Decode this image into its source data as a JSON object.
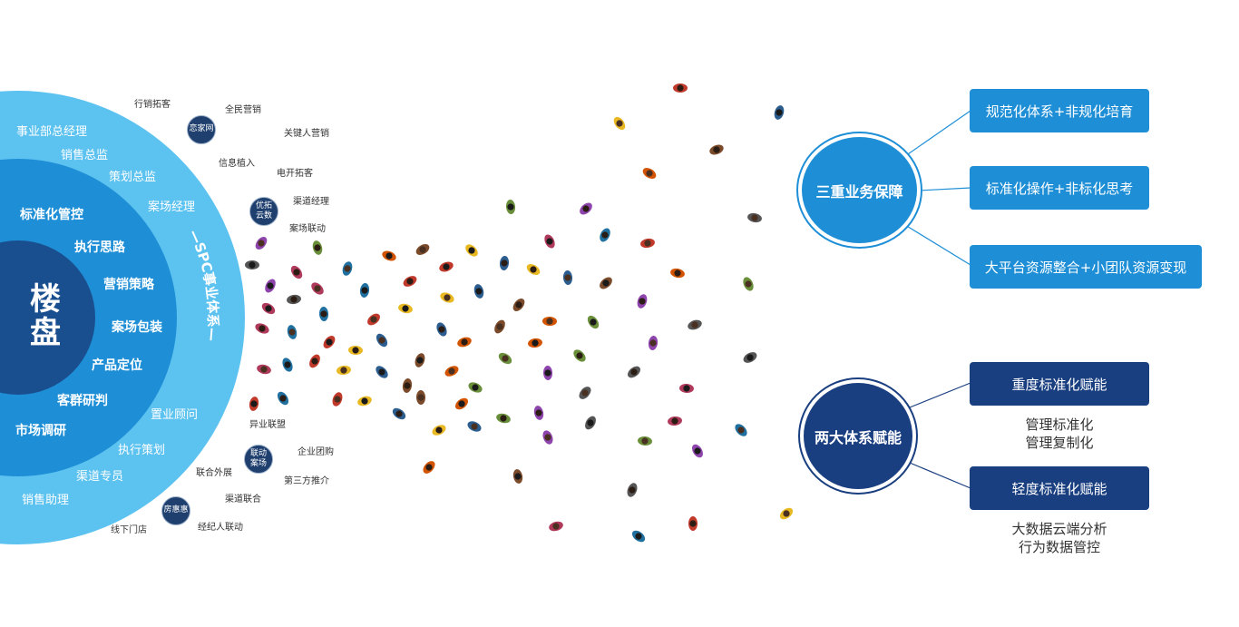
{
  "core_label": [
    "楼",
    "盘"
  ],
  "inner_ring_items": [
    "标准化管控",
    "执行思路",
    "营销策略",
    "案场包装",
    "产品定位",
    "客群研判",
    "市场调研"
  ],
  "outer_ring_items": [
    "事业部总经理",
    "销售总监",
    "策划总监",
    "案场经理",
    "置业顾问",
    "执行策划",
    "渠道专员",
    "销售助理"
  ],
  "arc_label": "—SPC事业体系—",
  "channel_nodes": [
    {
      "name": "恋家网",
      "items": [
        "行销拓客",
        "全民营销",
        "关键人营销",
        "信息植入",
        "电开拓客"
      ]
    },
    {
      "name": "优拓\n云数",
      "items": [
        "渠道经理",
        "案场联动"
      ]
    },
    {
      "name": "联动\n案场",
      "items": [
        "异业联盟",
        "企业团购",
        "联合外展",
        "第三方推介"
      ]
    },
    {
      "name": "房惠惠",
      "items": [
        "渠道联合",
        "线下门店",
        "经纪人联动"
      ]
    }
  ],
  "hub_top": {
    "title": "三重业务保障",
    "items": [
      "规范化体系+非规化培育",
      "标准化操作+非标化思考",
      "大平台资源整合+小团队资源变现"
    ]
  },
  "hub_bottom": {
    "title": "两大体系赋能",
    "items": [
      {
        "label": "重度标准化赋能",
        "notes": [
          "管理标准化",
          "管理复制化"
        ]
      },
      {
        "label": "轻度标准化赋能",
        "notes": [
          "大数据云端分析",
          "行为数据管控"
        ]
      }
    ]
  },
  "colors": {
    "outer_ring": "#4db8ec",
    "mid_ring": "#1e8fd6",
    "core": "#1a4f8f",
    "hub_top": "#1e8fd6",
    "hub_bottom": "#1a3f80",
    "box_top": "#1e8fd6",
    "box_bottom": "#1a3f80"
  }
}
